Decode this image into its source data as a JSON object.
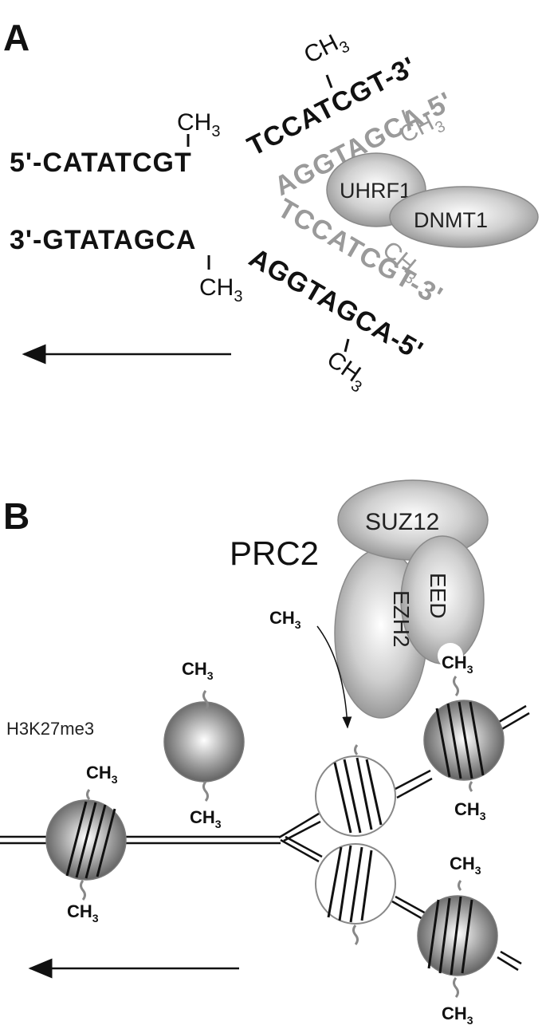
{
  "colors": {
    "ink": "#111111",
    "strand_gray": "#9a9a9a",
    "protein_fill": "#b8b8b8",
    "histone_dark": "#6a6a6a"
  },
  "panel_a": {
    "label": "A",
    "methyl": "CH",
    "methyl_sub": "3",
    "parent_top": "5'-CATATCGT",
    "parent_bottom": "3'-GTATAGCA",
    "arm_top_dark": "TCCATCGT-3'",
    "arm_top_gray": "AGGTAGCA-5'",
    "arm_bot_gray": "TCCATCGT-3'",
    "arm_bot_dark": "AGGTAGCA-5'",
    "proteins": [
      "UHRF1",
      "DNMT1"
    ]
  },
  "panel_b": {
    "label": "B",
    "complex": "PRC2",
    "subunits": [
      "SUZ12",
      "EED",
      "EZH2"
    ],
    "mark_label": "H3K27me3",
    "methyl": "CH",
    "methyl_sub": "3"
  }
}
